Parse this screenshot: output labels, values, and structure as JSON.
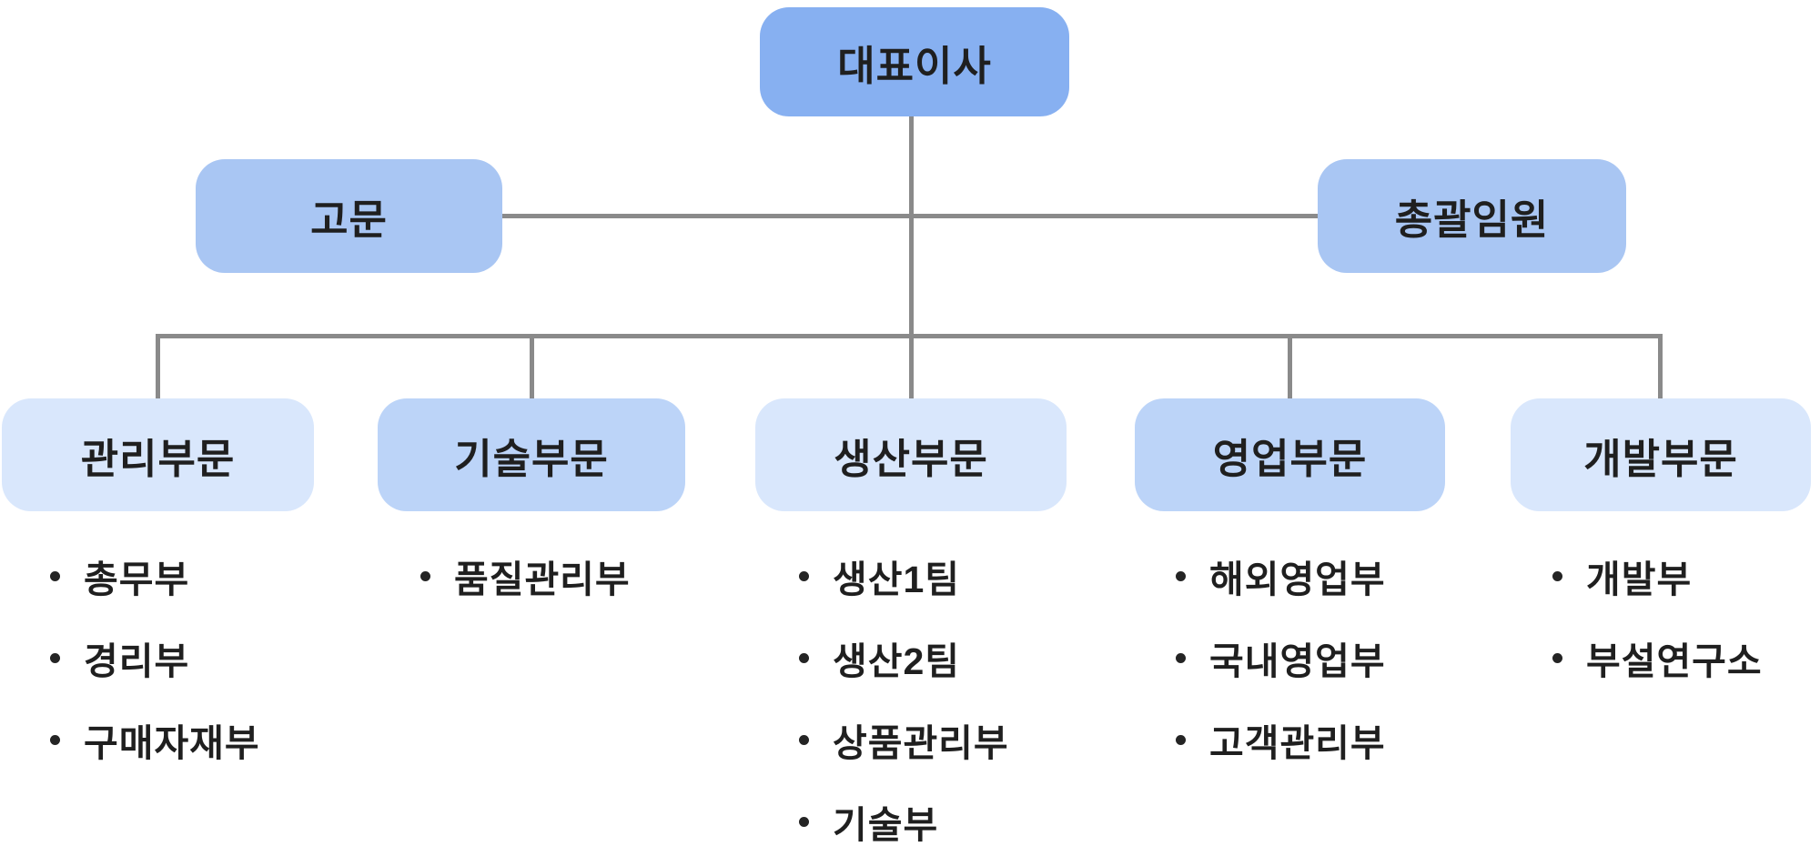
{
  "org_chart": {
    "root": {
      "label": "대표이사"
    },
    "level2": [
      {
        "id": "advisor",
        "label": "고문"
      },
      {
        "id": "executive",
        "label": "총괄임원"
      }
    ],
    "divisions": [
      {
        "id": "management",
        "label": "관리부문",
        "items": [
          "총무부",
          "경리부",
          "구매자재부"
        ]
      },
      {
        "id": "technology",
        "label": "기술부문",
        "items": [
          "품질관리부"
        ]
      },
      {
        "id": "production",
        "label": "생산부문",
        "items": [
          "생산1팀",
          "생산2팀",
          "상품관리부",
          "기술부"
        ]
      },
      {
        "id": "sales",
        "label": "영업부문",
        "items": [
          "해외영업부",
          "국내영업부",
          "고객관리부"
        ]
      },
      {
        "id": "development",
        "label": "개발부문",
        "items": [
          "개발부",
          "부설연구소"
        ]
      }
    ],
    "colors": {
      "node_primary": "#87b0f1",
      "node_secondary": "#a9c6f3",
      "node_tertiary_mid": "#bcd4f8",
      "node_tertiary_light": "#d9e7fc",
      "connector": "#8a8a8a",
      "text": "#1f1f1f",
      "background": "#ffffff"
    }
  }
}
